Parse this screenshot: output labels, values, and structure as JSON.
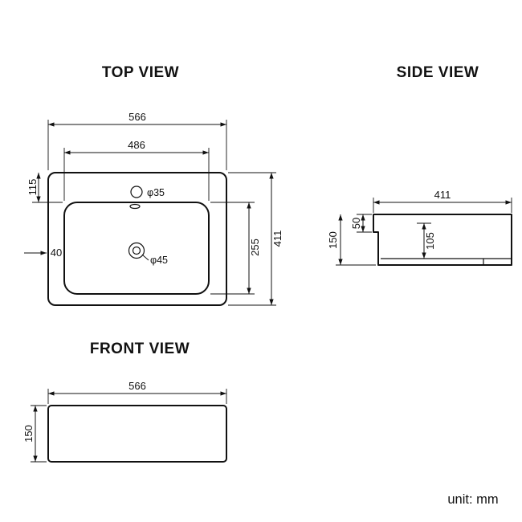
{
  "unit_label": "unit: mm",
  "top_view": {
    "title": "TOP VIEW",
    "overall_width": "566",
    "inner_width": "486",
    "back_offset": "115",
    "wall_offset": "40",
    "inner_depth": "255",
    "overall_depth": "411",
    "faucet_hole": "φ35",
    "drain_hole": "φ45"
  },
  "side_view": {
    "title": "SIDE VIEW",
    "overall_depth": "411",
    "rim_height": "50",
    "overall_height": "150",
    "bowl_depth": "105"
  },
  "front_view": {
    "title": "FRONT VIEW",
    "overall_width": "566",
    "overall_height": "150"
  }
}
